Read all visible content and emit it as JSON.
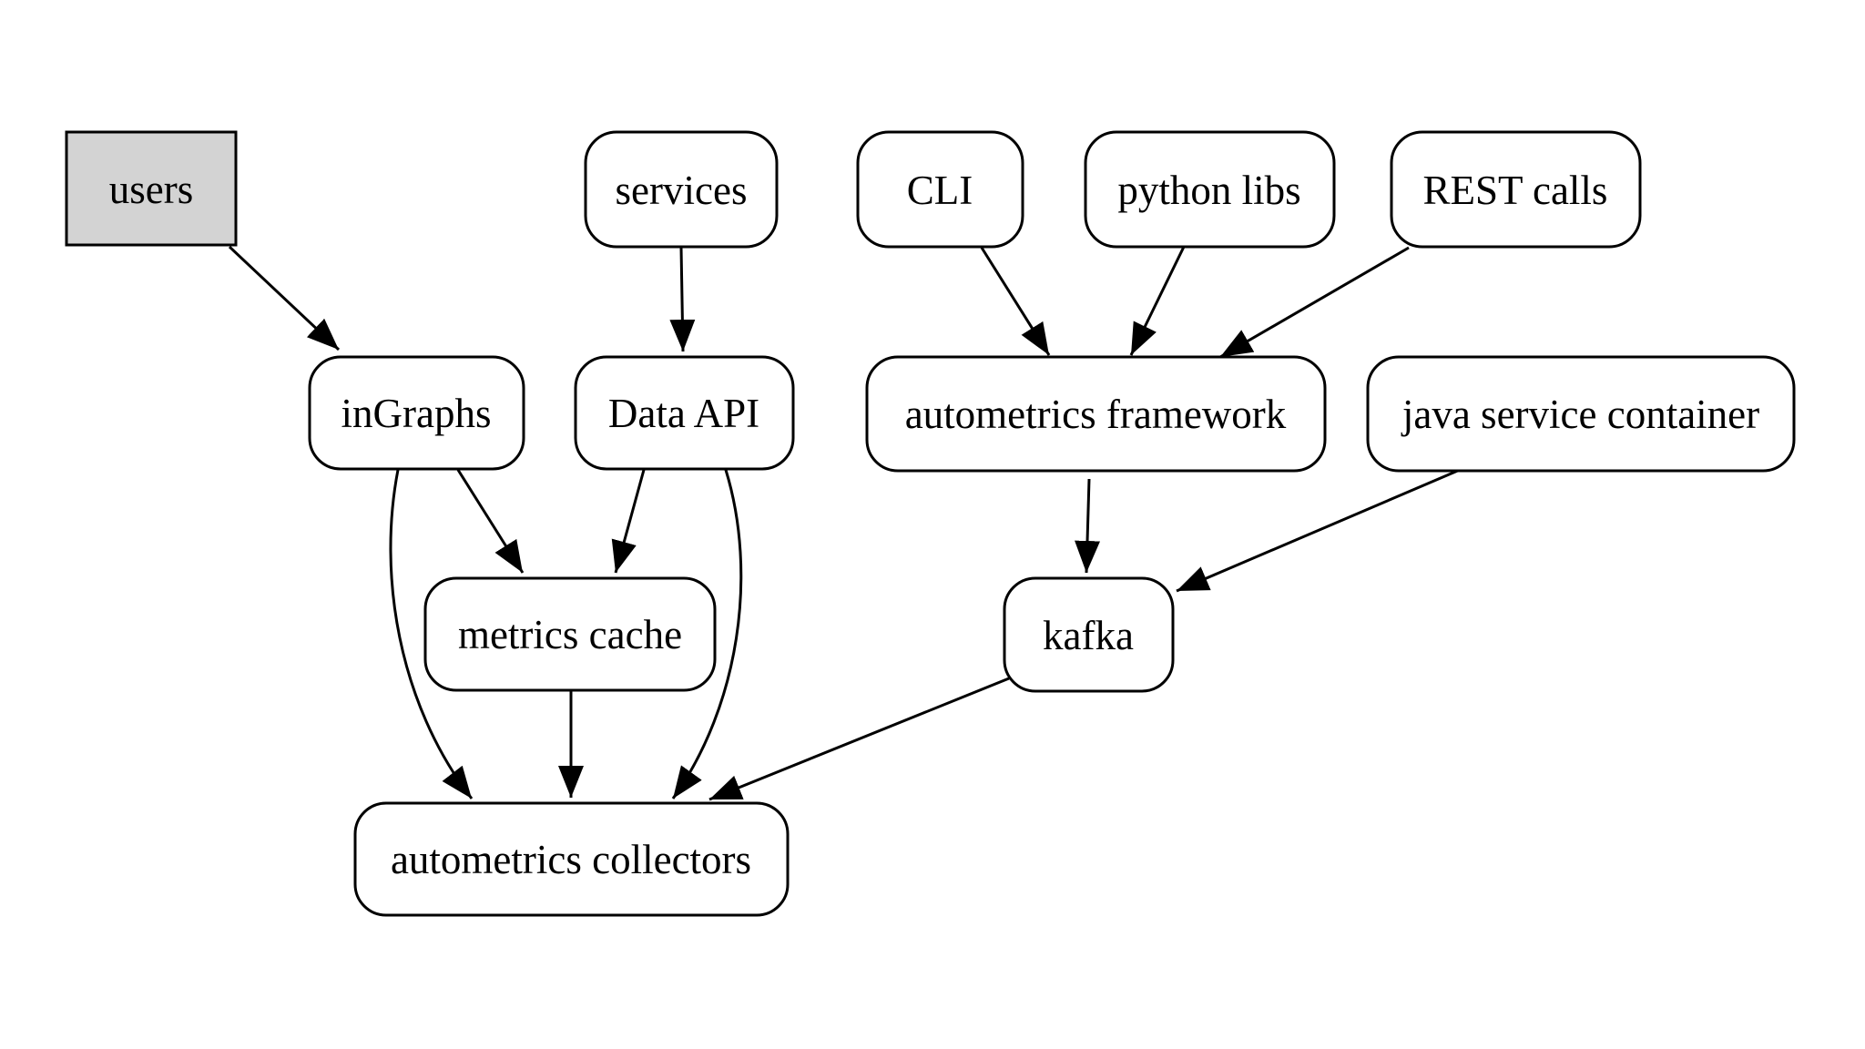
{
  "diagram": {
    "background": "#ffffff",
    "stroke_color": "#000000",
    "text_color": "#000000",
    "nodes": {
      "users": {
        "label": "users",
        "shape": "rectangle",
        "fill": "#d3d3d3"
      },
      "services": {
        "label": "services",
        "shape": "rounded",
        "fill": "#ffffff"
      },
      "cli": {
        "label": "CLI",
        "shape": "rounded",
        "fill": "#ffffff"
      },
      "python_libs": {
        "label": "python libs",
        "shape": "rounded",
        "fill": "#ffffff"
      },
      "rest_calls": {
        "label": "REST calls",
        "shape": "rounded",
        "fill": "#ffffff"
      },
      "ingraphs": {
        "label": "inGraphs",
        "shape": "rounded",
        "fill": "#ffffff"
      },
      "data_api": {
        "label": "Data API",
        "shape": "rounded",
        "fill": "#ffffff"
      },
      "autometrics_framework": {
        "label": "autometrics framework",
        "shape": "rounded",
        "fill": "#ffffff"
      },
      "java_service_container": {
        "label": "java service container",
        "shape": "rounded",
        "fill": "#ffffff"
      },
      "metrics_cache": {
        "label": "metrics cache",
        "shape": "rounded",
        "fill": "#ffffff"
      },
      "kafka": {
        "label": "kafka",
        "shape": "rounded",
        "fill": "#ffffff"
      },
      "autometrics_collectors": {
        "label": "autometrics collectors",
        "shape": "rounded",
        "fill": "#ffffff"
      }
    },
    "edges": [
      {
        "from": "users",
        "to": "ingraphs"
      },
      {
        "from": "services",
        "to": "data_api"
      },
      {
        "from": "cli",
        "to": "autometrics_framework"
      },
      {
        "from": "python_libs",
        "to": "autometrics_framework"
      },
      {
        "from": "rest_calls",
        "to": "autometrics_framework"
      },
      {
        "from": "ingraphs",
        "to": "metrics_cache"
      },
      {
        "from": "data_api",
        "to": "metrics_cache"
      },
      {
        "from": "ingraphs",
        "to": "autometrics_collectors"
      },
      {
        "from": "data_api",
        "to": "autometrics_collectors"
      },
      {
        "from": "autometrics_framework",
        "to": "kafka"
      },
      {
        "from": "java_service_container",
        "to": "kafka"
      },
      {
        "from": "metrics_cache",
        "to": "autometrics_collectors"
      },
      {
        "from": "kafka",
        "to": "autometrics_collectors"
      }
    ]
  }
}
